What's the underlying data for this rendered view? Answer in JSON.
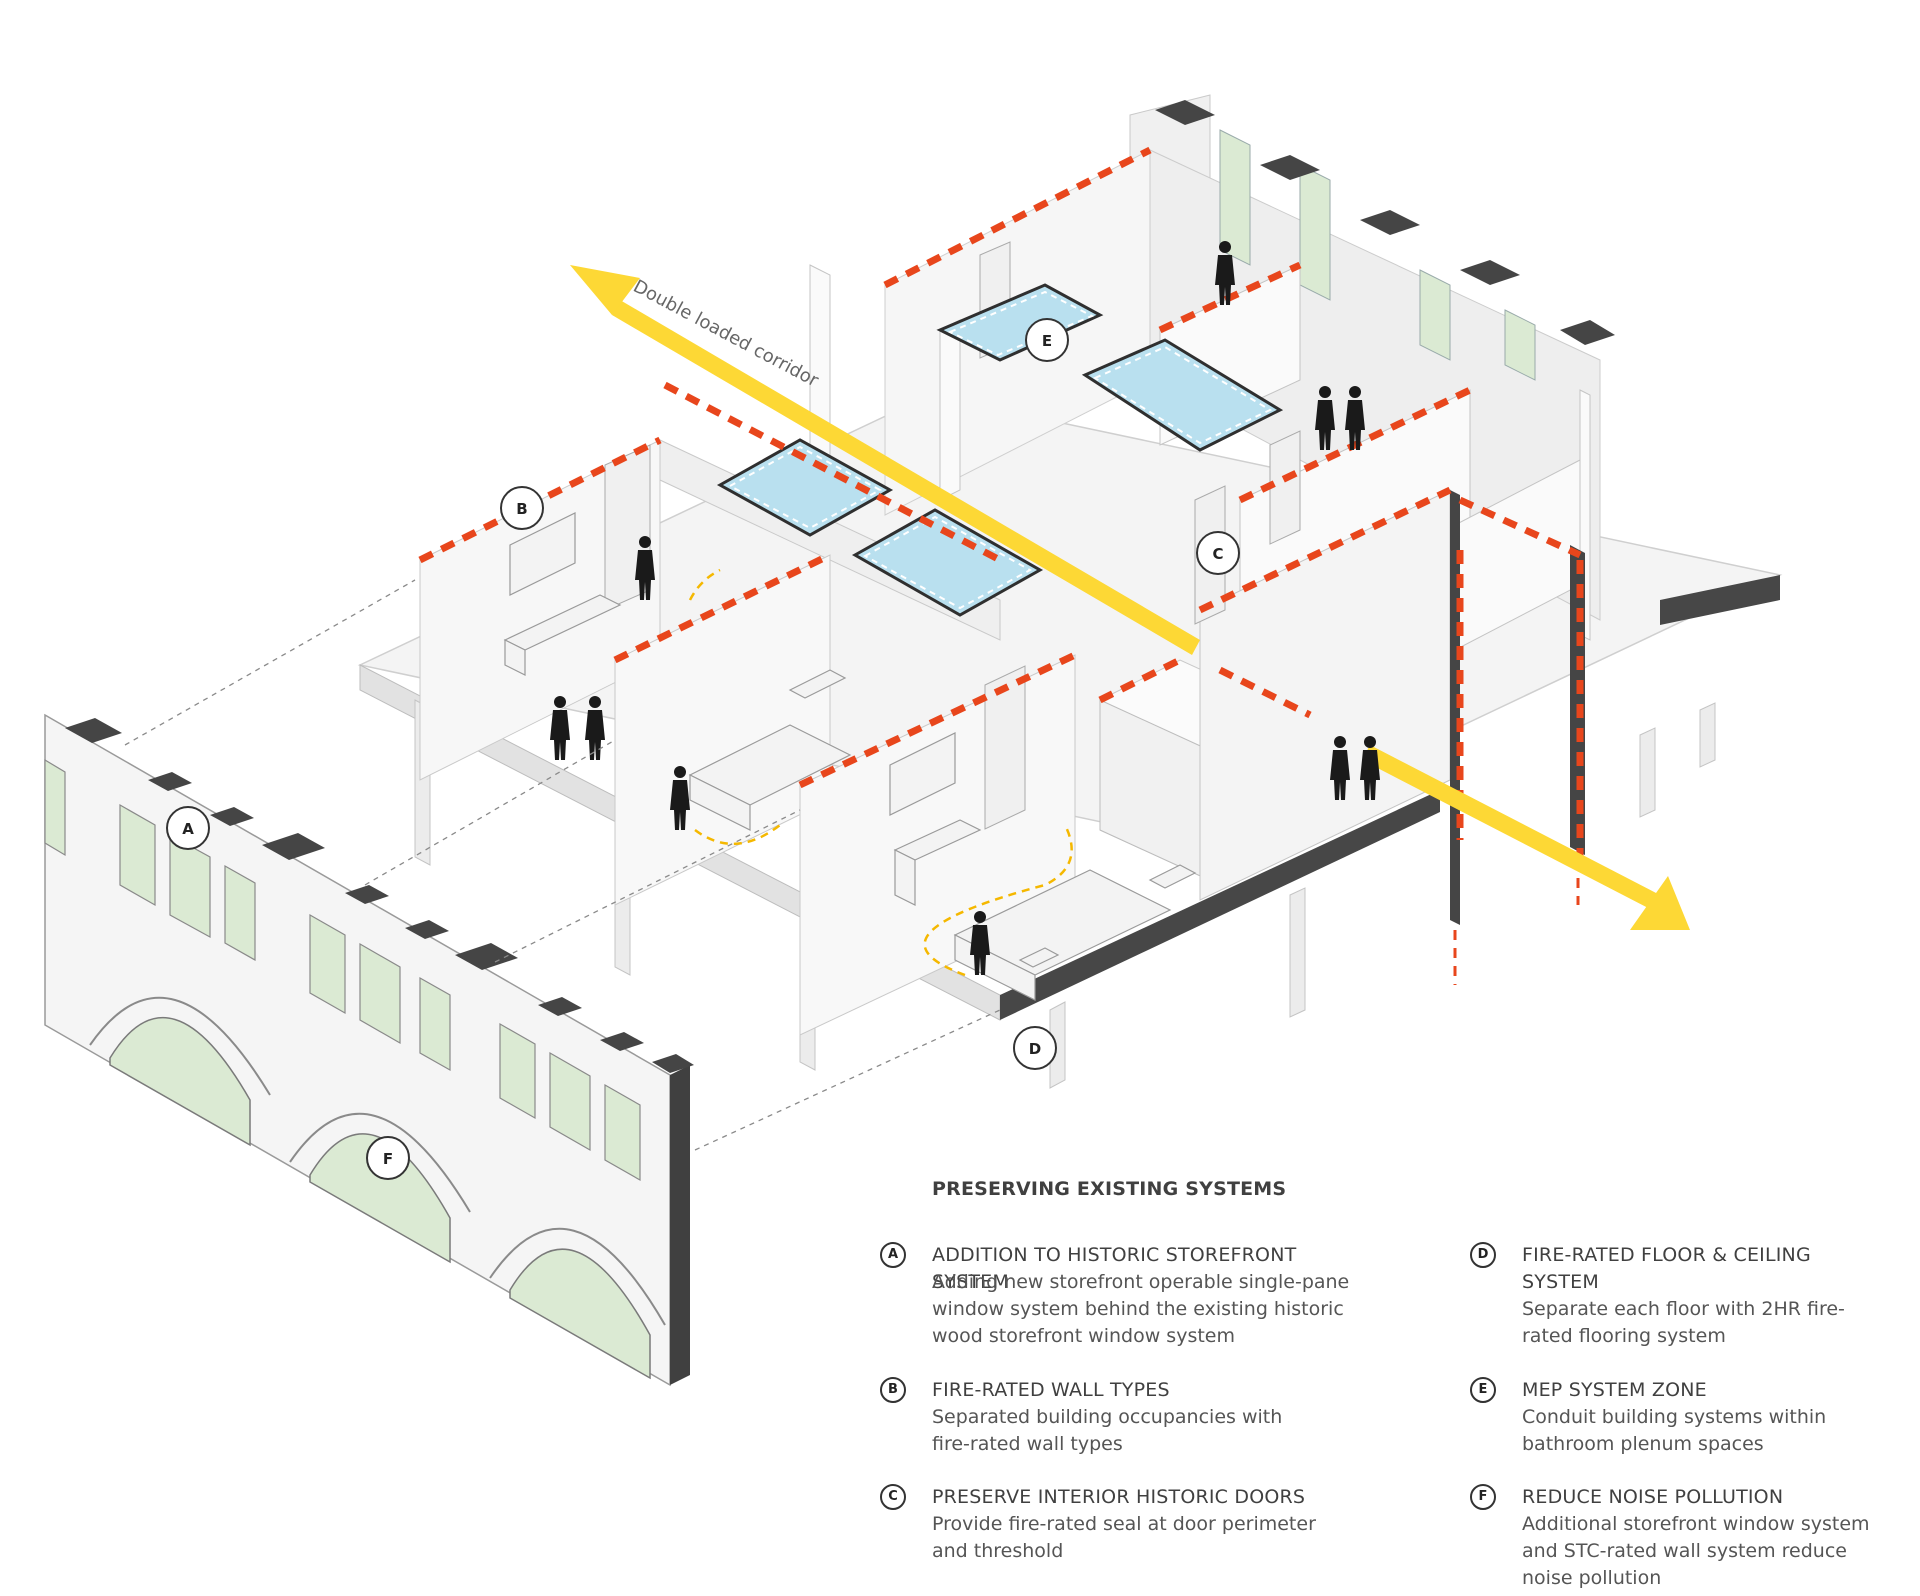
{
  "diagram": {
    "corridor_label": "Double loaded corridor",
    "callouts": [
      {
        "letter": "A",
        "name": "callout-a"
      },
      {
        "letter": "B",
        "name": "callout-b"
      },
      {
        "letter": "C",
        "name": "callout-c"
      },
      {
        "letter": "D",
        "name": "callout-d"
      },
      {
        "letter": "E",
        "name": "callout-e"
      },
      {
        "letter": "F",
        "name": "callout-f"
      }
    ],
    "colors": {
      "wall": "#f2f2f2",
      "wall_shade": "#dcdcdc",
      "slab": "#e9e9e9",
      "dark_edge": "#404040",
      "fire_dash": "#e8461c",
      "corridor_arrow": "#fdd835",
      "plenum": "#b9e0ef",
      "glass": "#dbead3",
      "path_dash": "#f5b800",
      "person": "#1a1a1a"
    }
  },
  "legend": {
    "title": "PRESERVING EXISTING SYSTEMS",
    "items": [
      {
        "letter": "A",
        "heading": "ADDITION TO HISTORIC STOREFRONT SYSTEM",
        "heading_line2": "",
        "body": [
          "Adding new storefront operable single-pane",
          "window system behind the existing historic",
          "wood storefront window system"
        ]
      },
      {
        "letter": "B",
        "heading": "FIRE-RATED WALL TYPES",
        "heading_line2": "",
        "body": [
          "Separated building occupancies with",
          "fire-rated wall types"
        ]
      },
      {
        "letter": "C",
        "heading": "PRESERVE INTERIOR HISTORIC DOORS",
        "heading_line2": "",
        "body": [
          "Provide fire-rated seal at door perimeter",
          "and threshold"
        ]
      },
      {
        "letter": "D",
        "heading": "FIRE-RATED FLOOR & CEILING",
        "heading_line2": "SYSTEM",
        "body": [
          "Separate each floor with 2HR fire-",
          "rated flooring system"
        ]
      },
      {
        "letter": "E",
        "heading": "MEP SYSTEM ZONE",
        "heading_line2": "",
        "body": [
          "Conduit building systems within",
          "bathroom plenum spaces"
        ]
      },
      {
        "letter": "F",
        "heading": "REDUCE NOISE POLLUTION",
        "heading_line2": "",
        "body": [
          "Additional storefront window system",
          "and STC-rated wall system reduce",
          "noise pollution"
        ]
      }
    ]
  }
}
